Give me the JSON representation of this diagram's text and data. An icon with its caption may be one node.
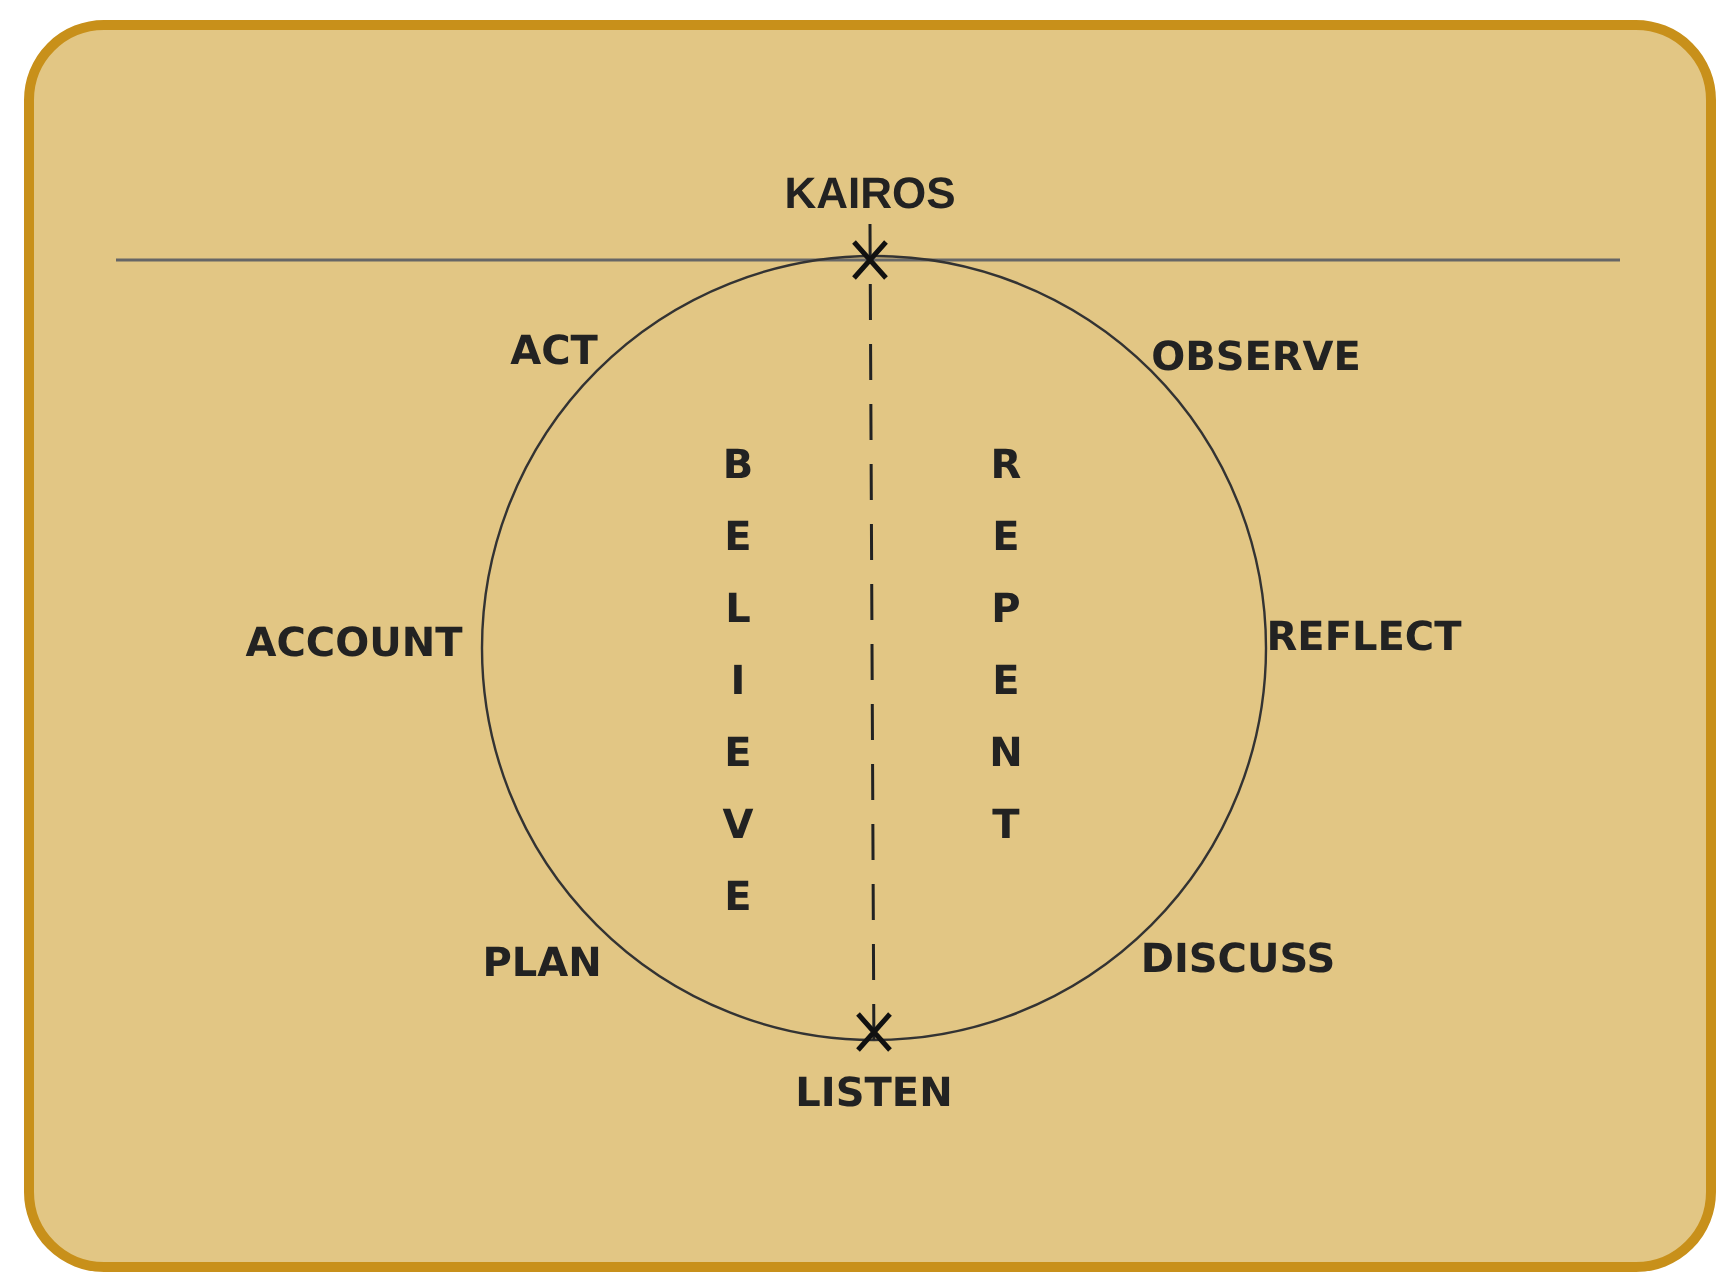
{
  "diagram": {
    "nodes": [
      {
        "text": [
          "KAIROS"
        ]
      },
      {
        "text": [
          "LISTEN"
        ]
      }
    ],
    "edges": [
      {
        "from": 0,
        "to": 1,
        "arrow": "none",
        "style": "dashed"
      }
    ],
    "labels": [
      "ACT",
      "OBSERVE",
      "BELIEVE",
      "REPENT",
      "ACCOUNT",
      "REFLECT",
      "PLAN",
      "DISCUSS"
    ]
  }
}
